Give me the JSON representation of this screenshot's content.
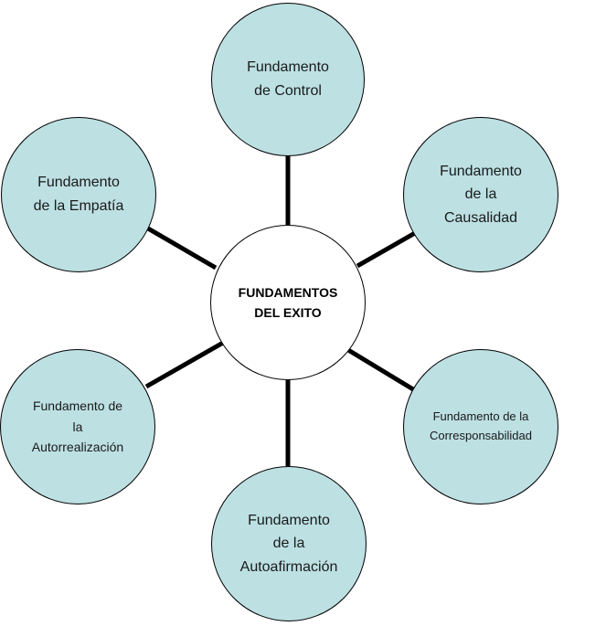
{
  "center": {
    "line1": "FUNDAMENTOS",
    "line2": "DEL EXITO"
  },
  "nodes": {
    "control": {
      "line1": "Fundamento",
      "line2": "de Control"
    },
    "causalidad": {
      "line1": "Fundamento",
      "line2": "de la",
      "line3": "Causalidad"
    },
    "corresponsabilidad": {
      "line1": "Fundamento de la",
      "line2": "Corresponsabilidad"
    },
    "autoafirmacion": {
      "line1": "Fundamento",
      "line2": "de la",
      "line3": "Autoafirmación"
    },
    "autorrealizacion": {
      "line1": "Fundamento de",
      "line2": "la",
      "line3": "Autorrealización"
    },
    "empatia": {
      "line1": "Fundamento",
      "line2": "de la Empatía"
    }
  },
  "colors": {
    "node_fill": "#bde0e3",
    "center_fill": "#ffffff",
    "outline": "#000000"
  }
}
